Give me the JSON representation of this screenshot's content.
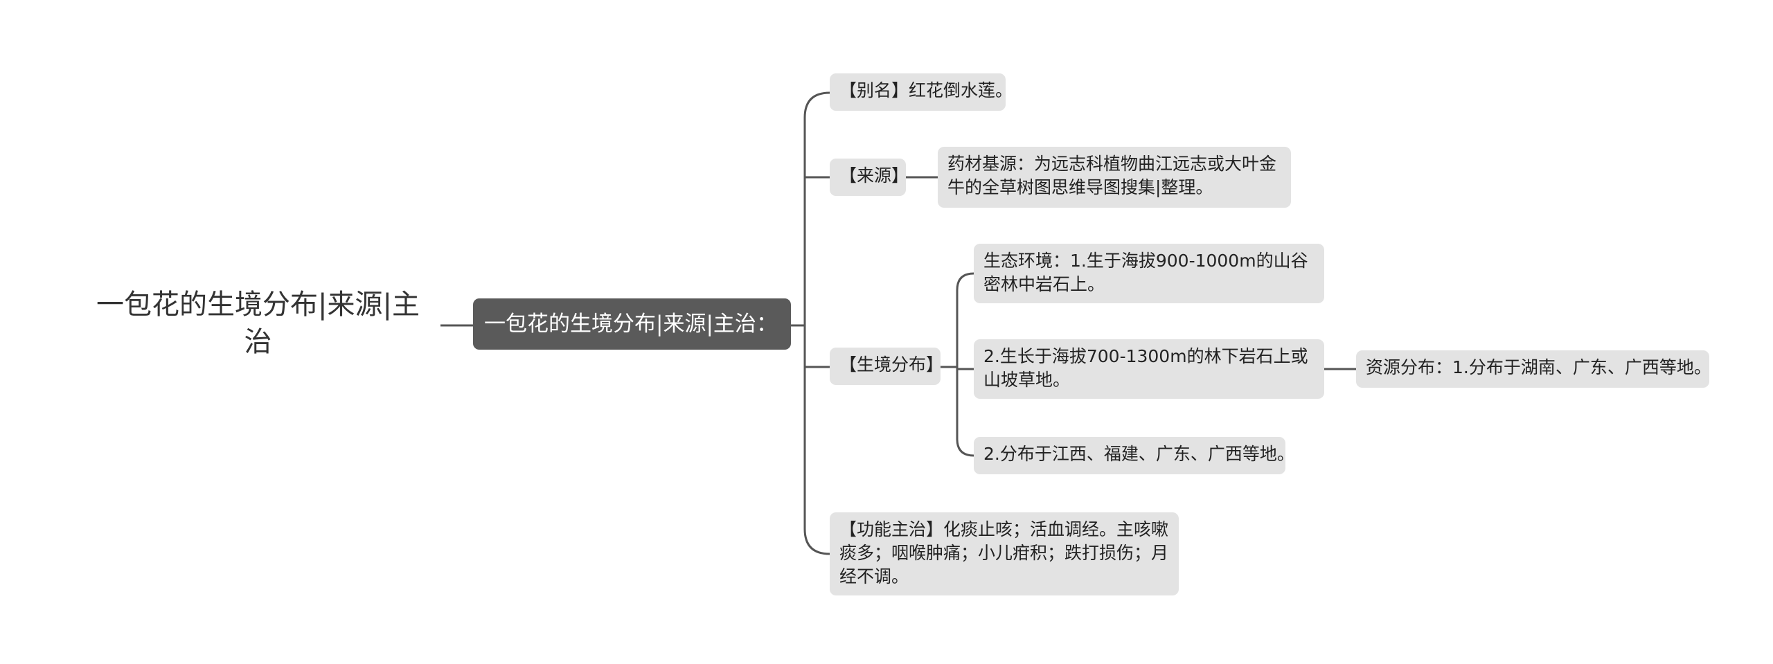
{
  "root": {
    "title": "一包花的生境分布|来源|主治"
  },
  "center": {
    "label": "一包花的生境分布|来源|主治："
  },
  "branches": {
    "alias": {
      "label": "【别名】红花倒水莲。"
    },
    "source": {
      "label": "【来源】",
      "detail": "药材基源：为远志科植物曲江远志或大叶金牛的全草树图思维导图搜集|整理。"
    },
    "habitat": {
      "label": "【生境分布】",
      "items": [
        "生态环境：1.生于海拔900-1000m的山谷密林中岩石上。",
        "2.生长于海拔700-1300m的林下岩石上或山坡草地。",
        "2.分布于江西、福建、广东、广西等地。"
      ],
      "resource": "资源分布：1.分布于湖南、广东、广西等地。"
    },
    "function": {
      "label": "【功能主治】化痰止咳；活血调经。主咳嗽痰多；咽喉肿痛；小儿疳积；跌打损伤；月经不调。"
    }
  }
}
